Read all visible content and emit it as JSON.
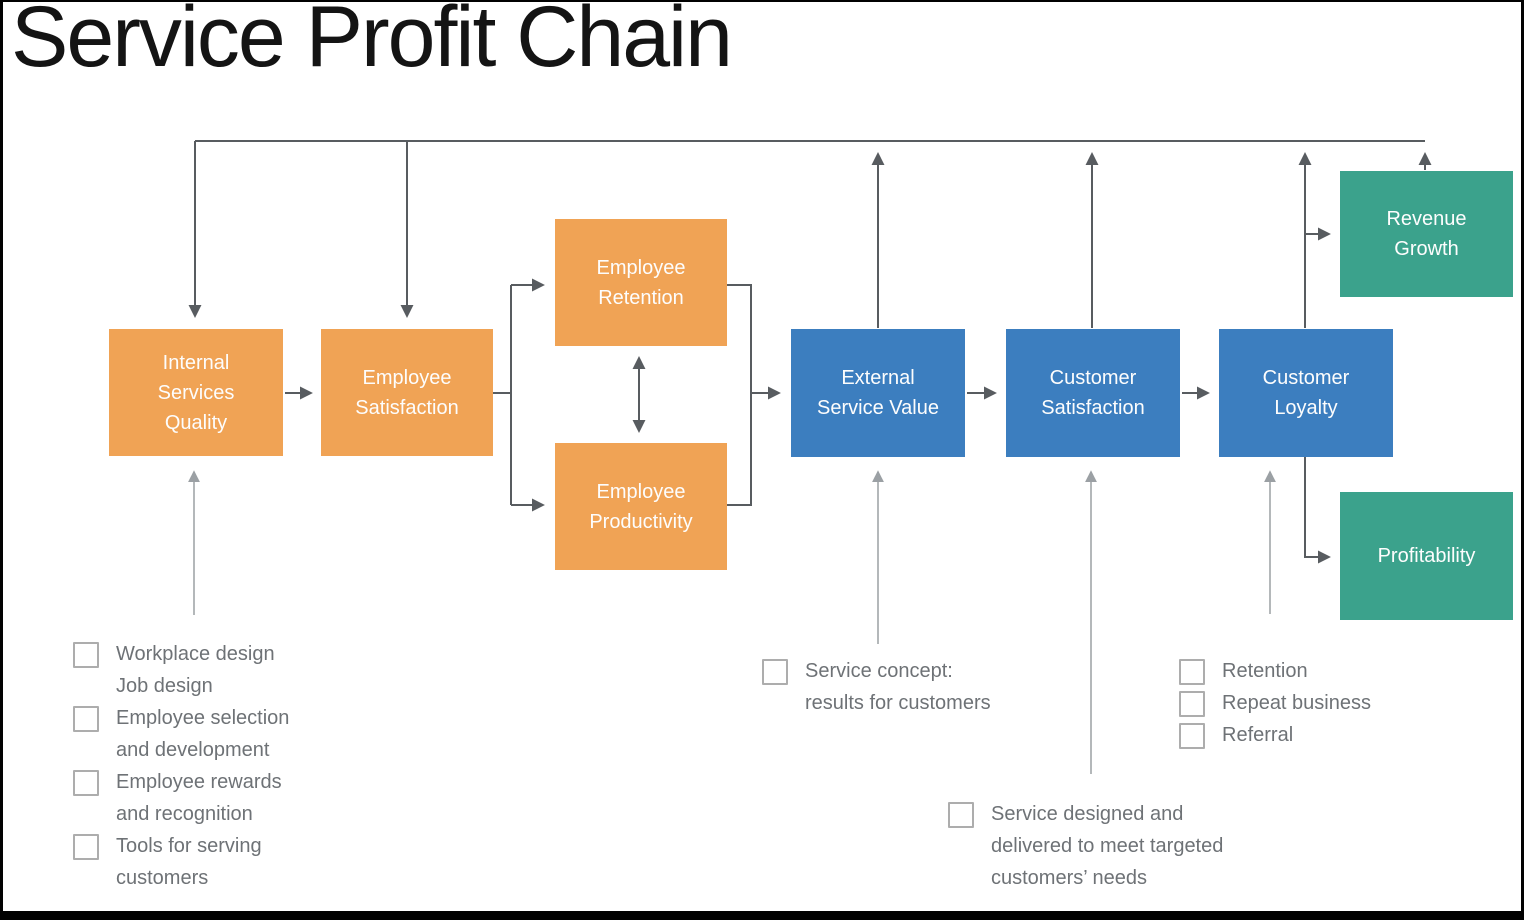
{
  "title": "Service Profit Chain",
  "colors": {
    "orange_box": "#F0A355",
    "blue_box": "#3C7EBF",
    "green_box": "#3BA28C",
    "connector_dark": "#585c60",
    "connector_light": "#9ba0a4",
    "checklist_text": "#6e7276",
    "title_text": "#141414"
  },
  "boxes": {
    "internal_services_quality": {
      "label": "Internal Services Quality"
    },
    "employee_satisfaction": {
      "label": "Employee Satisfaction"
    },
    "employee_retention": {
      "label": "Employee Retention"
    },
    "employee_productivity": {
      "label": "Employee Productivity"
    },
    "external_service_value": {
      "label": "External Service Value"
    },
    "customer_satisfaction": {
      "label": "Customer Satisfaction"
    },
    "customer_loyalty": {
      "label": "Customer Loyalty"
    },
    "revenue_growth": {
      "label": "Revenue Growth"
    },
    "profitability": {
      "label": "Profitability"
    }
  },
  "checklists": {
    "internal_quality": {
      "items": [
        {
          "lines": [
            "Workplace design",
            "Job design"
          ]
        },
        {
          "lines": [
            "Employee selection",
            "and development"
          ]
        },
        {
          "lines": [
            "Employee rewards",
            "and recognition"
          ]
        },
        {
          "lines": [
            "Tools for serving",
            "customers"
          ]
        }
      ]
    },
    "service_value": {
      "items": [
        {
          "lines": [
            "Service concept:",
            "results for customers"
          ]
        }
      ]
    },
    "customer_satisfaction": {
      "items": [
        {
          "lines": [
            "Service designed and",
            "delivered to meet targeted",
            "customers’ needs"
          ]
        }
      ]
    },
    "customer_loyalty": {
      "items": [
        {
          "lines": [
            "Retention"
          ]
        },
        {
          "lines": [
            "Repeat business"
          ]
        },
        {
          "lines": [
            "Referral"
          ]
        }
      ]
    }
  }
}
